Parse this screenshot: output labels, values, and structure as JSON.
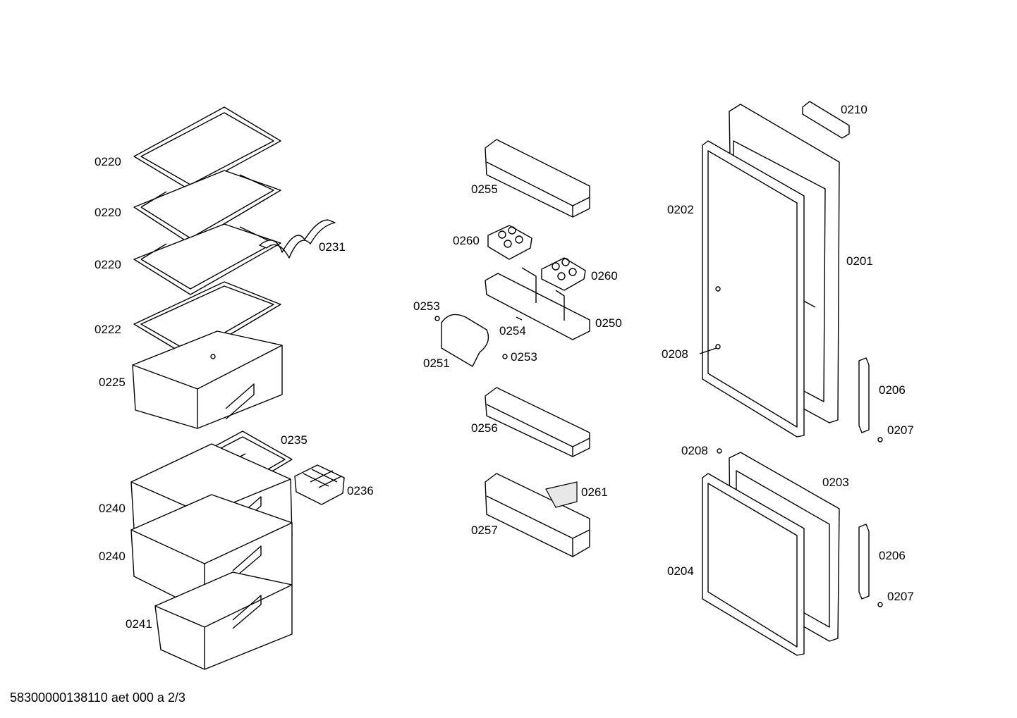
{
  "labels": {
    "l0220a": "0220",
    "l0220b": "0220",
    "l0220c": "0220",
    "l0222": "0222",
    "l0225": "0225",
    "l0231": "0231",
    "l0235": "0235",
    "l0236": "0236",
    "l0240a": "0240",
    "l0240b": "0240",
    "l0241": "0241",
    "l0255": "0255",
    "l0260a": "0260",
    "l0260b": "0260",
    "l0253a": "0253",
    "l0254": "0254",
    "l0250": "0250",
    "l0253b": "0253",
    "l0251": "0251",
    "l0256": "0256",
    "l0257": "0257",
    "l0261": "0261",
    "l0210": "0210",
    "l0202": "0202",
    "l0201": "0201",
    "l0208a": "0208",
    "l0206a": "0206",
    "l0207a": "0207",
    "l0208b": "0208",
    "l0203": "0203",
    "l0206b": "0206",
    "l0204": "0204",
    "l0207b": "0207"
  },
  "footer": {
    "doc_ref": "58300000138110 aet 000 a 2/3"
  }
}
